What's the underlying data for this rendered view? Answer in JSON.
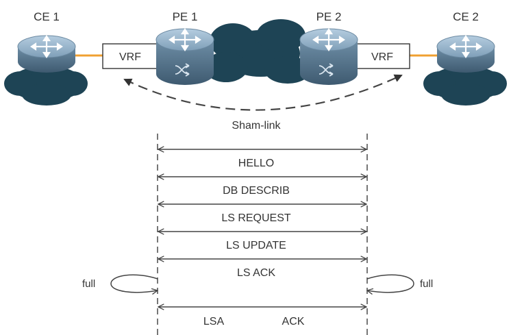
{
  "nodes": {
    "ce1": {
      "label": "CE 1",
      "icon": "router-icon"
    },
    "pe1": {
      "label": "PE 1",
      "icon": "router-icon"
    },
    "pe2": {
      "label": "PE 2",
      "icon": "router-icon"
    },
    "ce2": {
      "label": "CE 2",
      "icon": "router-icon"
    }
  },
  "vrf_left": {
    "label": "VRF"
  },
  "vrf_right": {
    "label": "VRF"
  },
  "sham_link": {
    "label": "Sham-link"
  },
  "messages": [
    {
      "label": "HELLO"
    },
    {
      "label": "DB DESCRIB"
    },
    {
      "label": "LS REQUEST"
    },
    {
      "label": "LS UPDATE"
    },
    {
      "label": "LS ACK"
    }
  ],
  "state": {
    "left": "full",
    "right": "full"
  },
  "final": {
    "left_label": "LSA",
    "right_label": "ACK"
  },
  "colors": {
    "router_body": "#4a6a84",
    "router_top": "#8fb0c8",
    "cloud": "#1e4455",
    "link": "#f0a030",
    "line": "#444444"
  }
}
